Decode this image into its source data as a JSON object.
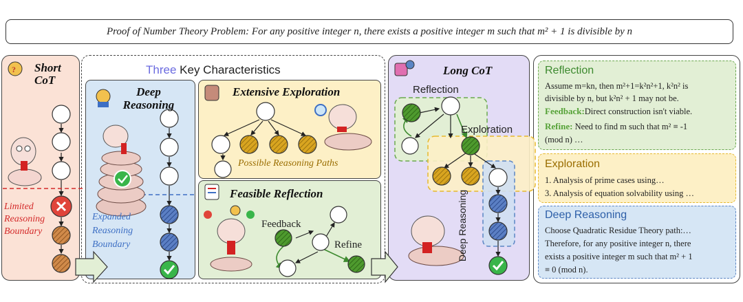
{
  "title": "Proof of Number Theory Problem: For any positive integer n, there exists a positive integer m such that m² + 1 is divisible by n",
  "short_cot": {
    "heading": "Short CoT",
    "limited_label": "Limited Reasoning Boundary"
  },
  "three_key": {
    "heading_highlight": "Three",
    "heading_rest": "Key Characteristics",
    "deep": {
      "heading": "Deep Reasoning",
      "expanded_label": "Expanded Reasoning Boundary"
    },
    "extensive": {
      "heading": "Extensive Exploration",
      "paths_label": "Possible Reasoning Paths"
    },
    "feasible": {
      "heading": "Feasible Reflection",
      "feedback_label": "Feedback",
      "refine_label": "Refine"
    }
  },
  "long_cot": {
    "heading": "Long CoT",
    "reflection_label": "Reflection",
    "exploration_label": "Exploration",
    "deep_label": "Deep Reasoning"
  },
  "right": {
    "reflection": {
      "heading": "Reflection",
      "line1": "Assume m=kn, then m²+1=k²n²+1, k²n² is",
      "line2": "divisible by n, but k²n² + 1 may not be.",
      "feedback_key": "Feedback:",
      "feedback_text": "Direct construction isn't viable.",
      "refine_key": "Refine:",
      "refine_text": "Need to find m such that m² ≡ -1",
      "refine_text2": "(mod n) …"
    },
    "exploration": {
      "heading": "Exploration",
      "item1": "1. Analysis of prime cases using…",
      "item2": "3. Analysis of equation solvability using …"
    },
    "deep": {
      "heading": "Deep Reasoning",
      "line1": "Choose Quadratic Residue Theory path:…",
      "line2": "Therefore, for any positive integer n, there",
      "line3": "exists a positive integer m such that m² + 1",
      "line4": "≡ 0 (mod n)."
    }
  },
  "colors": {
    "green_node": "#4e9a2e",
    "yellow_node": "#d9a520",
    "blue_node": "#4a6fb5",
    "orange_node": "#c97b3a",
    "red_x": "#e0443a",
    "check": "#39b54a"
  }
}
